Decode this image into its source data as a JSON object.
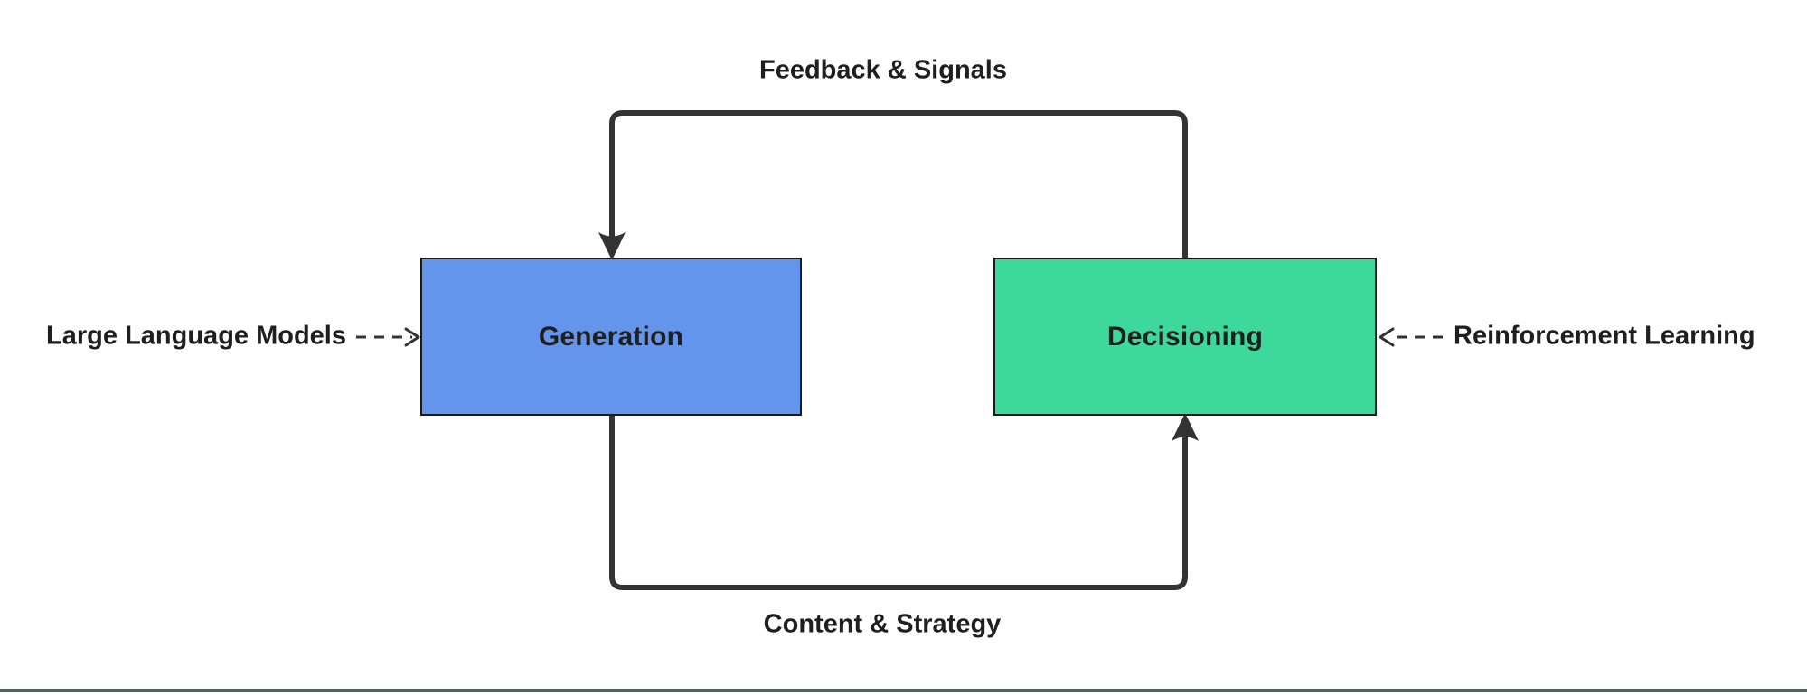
{
  "diagram": {
    "nodes": [
      {
        "id": "generation",
        "label": "Generation"
      },
      {
        "id": "decisioning",
        "label": "Decisioning"
      }
    ],
    "edges": [
      {
        "from": "decisioning",
        "to": "generation",
        "label": "Feedback & Signals",
        "style": "solid-rounded-loop",
        "arrowhead": "filled-triangle"
      },
      {
        "from": "generation",
        "to": "decisioning",
        "label": "Content & Strategy",
        "style": "solid-rounded-loop",
        "arrowhead": "filled-triangle"
      }
    ],
    "inputs": [
      {
        "label": "Large Language Models",
        "target": "generation",
        "style": "dashed",
        "arrowhead": "open-chevron"
      },
      {
        "label": "Reinforcement Learning",
        "target": "decisioning",
        "style": "dashed",
        "arrowhead": "open-chevron"
      }
    ]
  },
  "colors": {
    "generation_fill": "#6495ED",
    "decisioning_fill": "#3DD99B",
    "line": "#333333",
    "node_border": "#1a1a1a",
    "text": "#1f1f1f",
    "bottom_bar": "#4C6665",
    "background": "#ffffff"
  }
}
